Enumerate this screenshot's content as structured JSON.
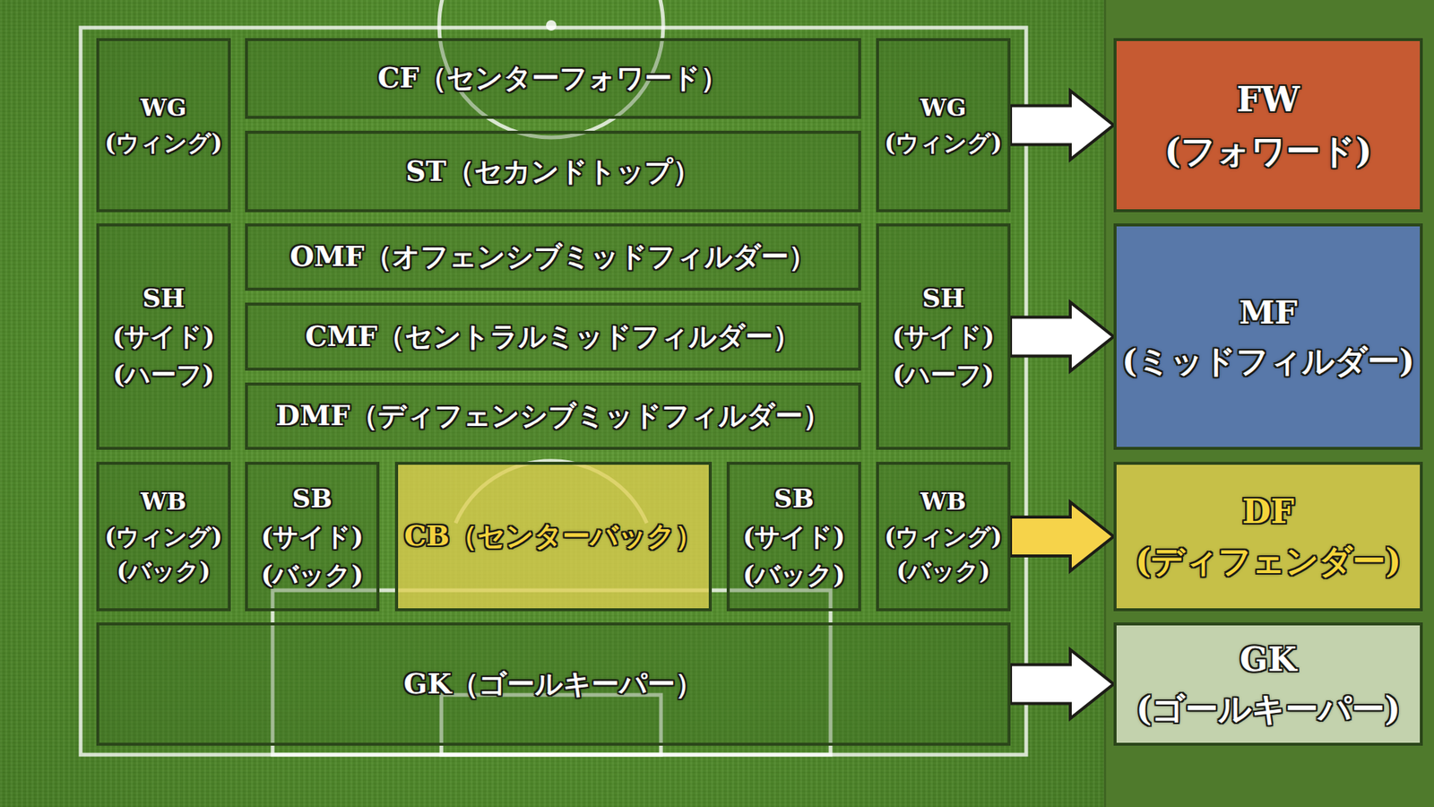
{
  "diagram": {
    "nodes": [
      {
        "text": [
          "WG (ウィング)"
        ]
      },
      {
        "text": [
          "CF（センターフォワード）"
        ]
      },
      {
        "text": [
          "ST（セカンドトップ）"
        ]
      },
      {
        "text": [
          "WG (ウィング)"
        ]
      },
      {
        "text": [
          "FW (フォワード)"
        ]
      },
      {
        "text": [
          "SH (サイド) (ハーフ)"
        ]
      },
      {
        "text": [
          "OMF（オフェンシブミッドフィルダー）"
        ]
      },
      {
        "text": [
          "CMF（セントラルミッドフィルダー）"
        ]
      },
      {
        "text": [
          "DMF（ディフェンシブミッドフィルダー）"
        ]
      },
      {
        "text": [
          "SH (サイド) (ハーフ)"
        ]
      },
      {
        "text": [
          "MF (ミッドフィルダー)"
        ]
      },
      {
        "text": [
          "WB (ウィング) (バック)"
        ]
      },
      {
        "text": [
          "SB (サイド) (バック)"
        ]
      },
      {
        "text": [
          "CB（センターバック）"
        ]
      },
      {
        "text": [
          "SB (サイド) (バック)"
        ]
      },
      {
        "text": [
          "WB (ウィング) (バック)"
        ]
      },
      {
        "text": [
          "DF (ディフェンダー)"
        ]
      },
      {
        "text": [
          "GK（ゴールキーパー）"
        ]
      },
      {
        "text": [
          "GK (ゴールキーパー)"
        ]
      }
    ],
    "edges": [
      {
        "from": 3,
        "to": 4,
        "arrow": "to"
      },
      {
        "from": 9,
        "to": 10,
        "arrow": "to"
      },
      {
        "from": 15,
        "to": 16,
        "arrow": "to"
      },
      {
        "from": 17,
        "to": 18,
        "arrow": "to"
      }
    ]
  }
}
